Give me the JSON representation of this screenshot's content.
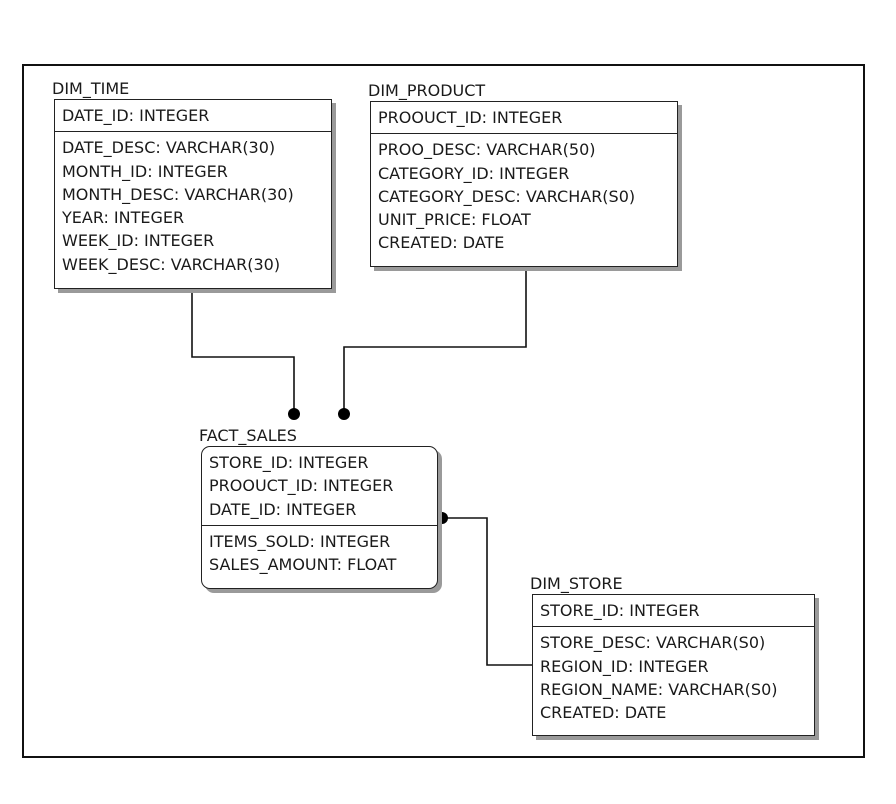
{
  "entities": {
    "dim_time": {
      "name": "DIM_TIME",
      "keys": [
        "DATE_ID: INTEGER"
      ],
      "attributes": [
        "DATE_DESC: VARCHAR(30)",
        "MONTH_ID: INTEGER",
        "MONTH_DESC: VARCHAR(30)",
        "YEAR: INTEGER",
        "WEEK_ID: INTEGER",
        "WEEK_DESC: VARCHAR(30)"
      ]
    },
    "dim_product": {
      "name": "DIM_PRODUCT",
      "keys": [
        "PROOUCT_ID: INTEGER"
      ],
      "attributes": [
        "PROO_DESC: VARCHAR(50)",
        "CATEGORY_ID: INTEGER",
        "CATEGORY_DESC: VARCHAR(S0)",
        "UNIT_PRICE: FLOAT",
        "CREATED: DATE"
      ]
    },
    "fact_sales": {
      "name": "FACT_SALES",
      "keys": [
        "STORE_ID: INTEGER",
        "PROOUCT_ID: INTEGER",
        "DATE_ID: INTEGER"
      ],
      "attributes": [
        "ITEMS_SOLD: INTEGER",
        "SALES_AMOUNT: FLOAT"
      ]
    },
    "dim_store": {
      "name": "DIM_STORE",
      "keys": [
        "STORE_ID: INTEGER"
      ],
      "attributes": [
        "STORE_DESC: VARCHAR(S0)",
        "REGION_ID: INTEGER",
        "REGION_NAME: VARCHAR(S0)",
        "CREATED: DATE"
      ]
    }
  }
}
